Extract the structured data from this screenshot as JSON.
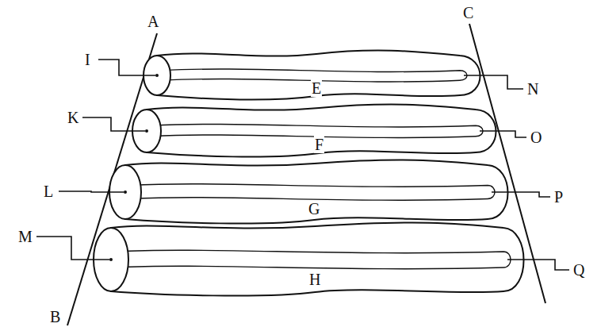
{
  "diagram": {
    "labels": [
      "A",
      "C",
      "I",
      "E",
      "N",
      "K",
      "F",
      "O",
      "L",
      "G",
      "P",
      "M",
      "H",
      "Q",
      "B"
    ]
  }
}
